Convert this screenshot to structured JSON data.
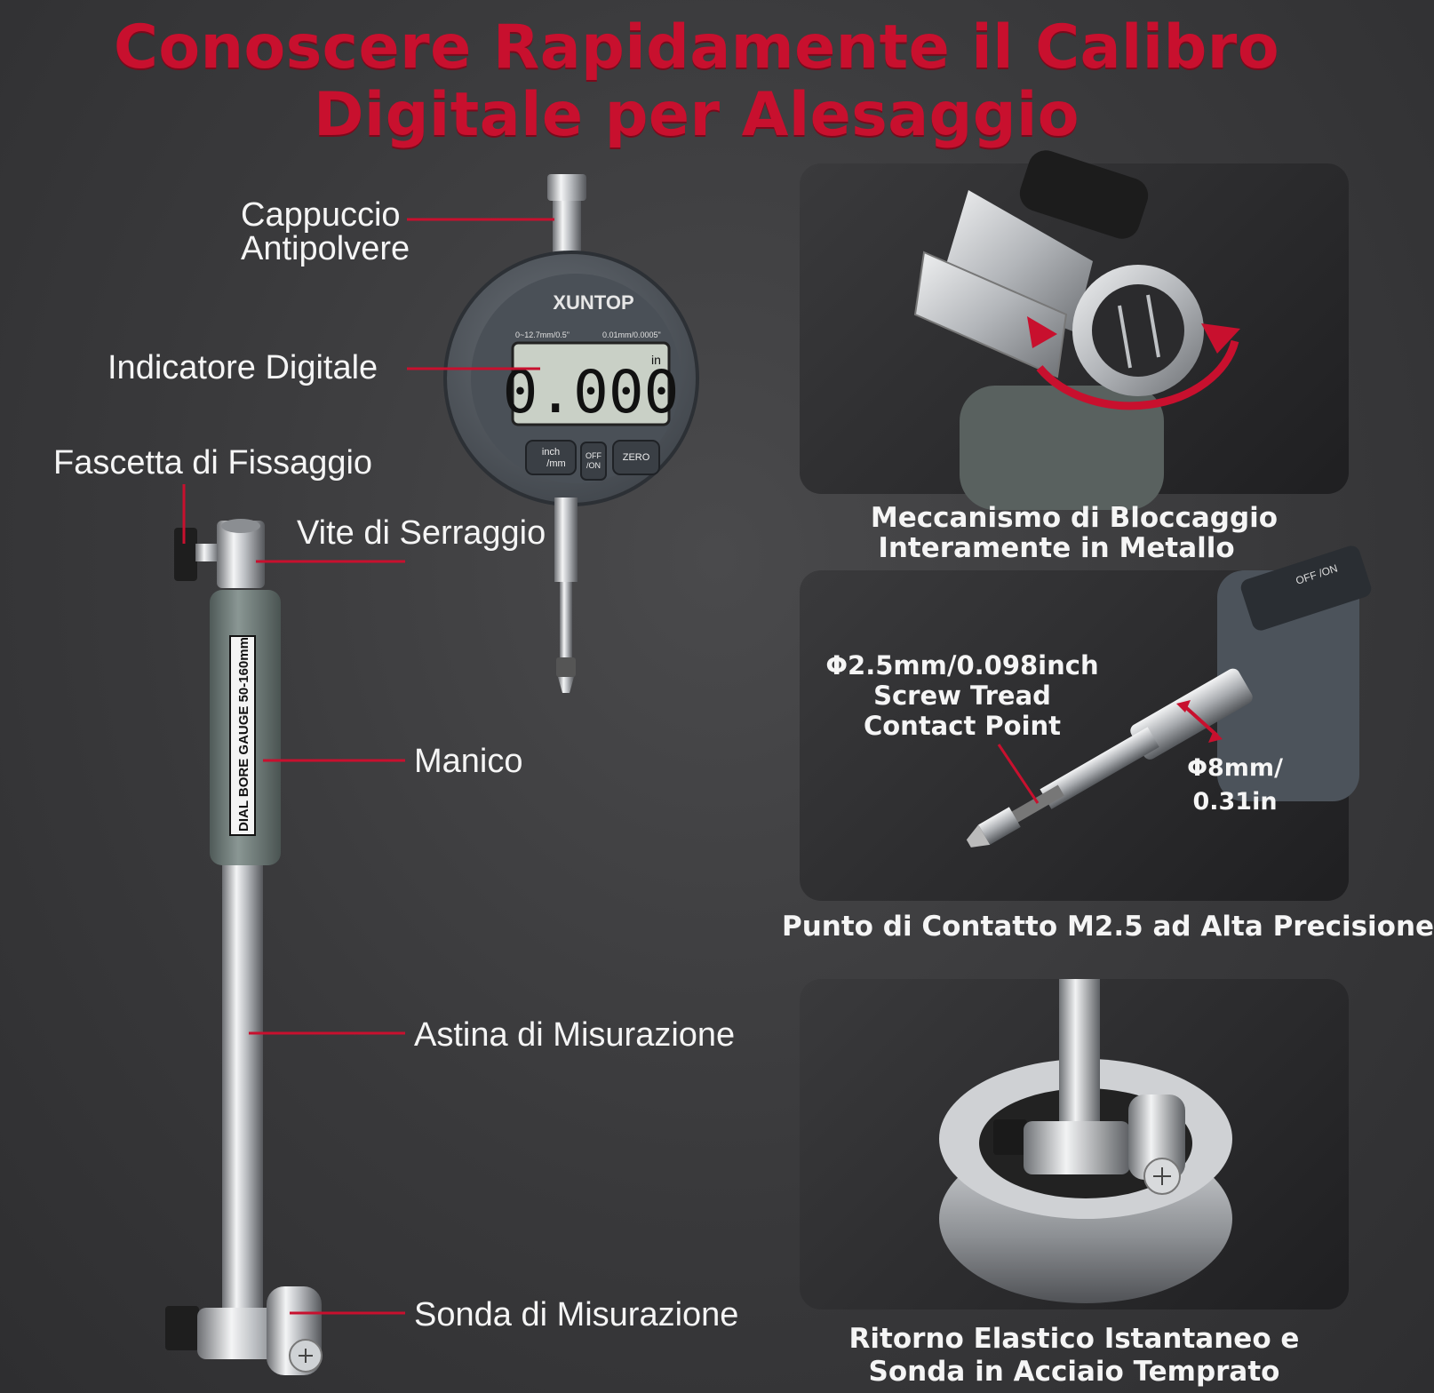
{
  "title": {
    "line1": "Conoscere Rapidamente il Calibro",
    "line2": "Digitale per Alesaggio"
  },
  "gauge": {
    "brand": "XUNTOP",
    "range_text": "0~12.7mm/0.5\"",
    "resolution_text": "0.01mm/0.0005\"",
    "display_value": "0.000",
    "display_unit": "in",
    "buttons": {
      "unit": "inch\n/mm",
      "unit_top": "inch",
      "unit_bottom": "/mm",
      "power_top": "OFF",
      "power_bottom": "/ON",
      "zero": "ZERO"
    },
    "handle_text": "DIAL BORE GAUGE 50-160mm"
  },
  "labels": {
    "dust_cap_line1": "Cappuccio",
    "dust_cap_line2": "Antipolvere",
    "digital_indicator": "Indicatore Digitale",
    "clamp_band": "Fascetta di Fissaggio",
    "clamp_screw": "Vite di Serraggio",
    "handle": "Manico",
    "measuring_rod": "Astina di Misurazione",
    "measuring_probe": "Sonda di Misurazione"
  },
  "panels": {
    "lock": {
      "caption_line1": "Meccanismo di Bloccaggio",
      "caption_line2": "Interamente in Metallo"
    },
    "contact": {
      "spec_line1": "Φ2.5mm/0.098inch",
      "spec_line2": "Screw Tread",
      "spec_line3": "Contact Point",
      "dia_line1": "Φ8mm/",
      "dia_line2": "0.31in",
      "button_text": "OFF\n/ON",
      "caption": "Punto di Contatto M2.5 ad Alta Precisione"
    },
    "probe": {
      "caption_line1": "Ritorno Elastico Istantaneo e",
      "caption_line2": "Sonda in Acciaio Temprato"
    }
  },
  "colors": {
    "accent": "#c8102e",
    "background": "#3a3a3c",
    "text": "#f5f5f5"
  }
}
